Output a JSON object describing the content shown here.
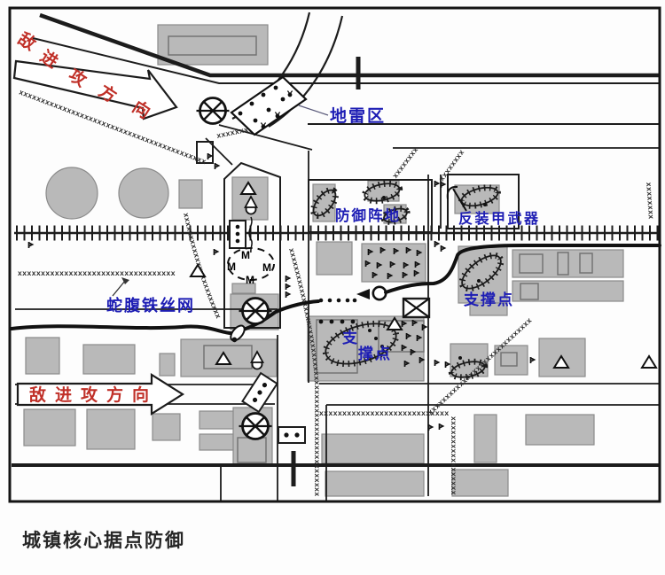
{
  "map": {
    "caption": "城镇核心据点防御",
    "labels": {
      "enemy_attack": "敌进攻方向",
      "enemy_attack_chars": [
        "敌",
        "进",
        "攻",
        "方",
        "向"
      ],
      "minefield": "地雷区",
      "defense_position": "防御阵地",
      "anti_armor": "反装甲武器",
      "concertina_wire": "蛇腹铁丝网",
      "strongpoint": "支撑点",
      "strongpoint_split": {
        "part1": "支",
        "part2": "撑点"
      },
      "mortar": "M"
    },
    "symbols": {
      "wire_char": "x",
      "minefield_area": "tilted-polygon-with-mine-dots",
      "roadblock": "circle-with-x",
      "checkpoint": "rect-with-dots",
      "fortified_position": "hatched-oval",
      "tent": "triangle",
      "observation_post": "triangle-over-circle",
      "strongpoint_box": "crossed-rect",
      "railroad": "tie-hatched-line",
      "front_line": "thick-wavy-line"
    },
    "colors": {
      "label_blue": "#1d1db4",
      "enemy_red": "#c03028",
      "building_gray": "#b9b9b9",
      "line": "#1c1c1c"
    }
  }
}
